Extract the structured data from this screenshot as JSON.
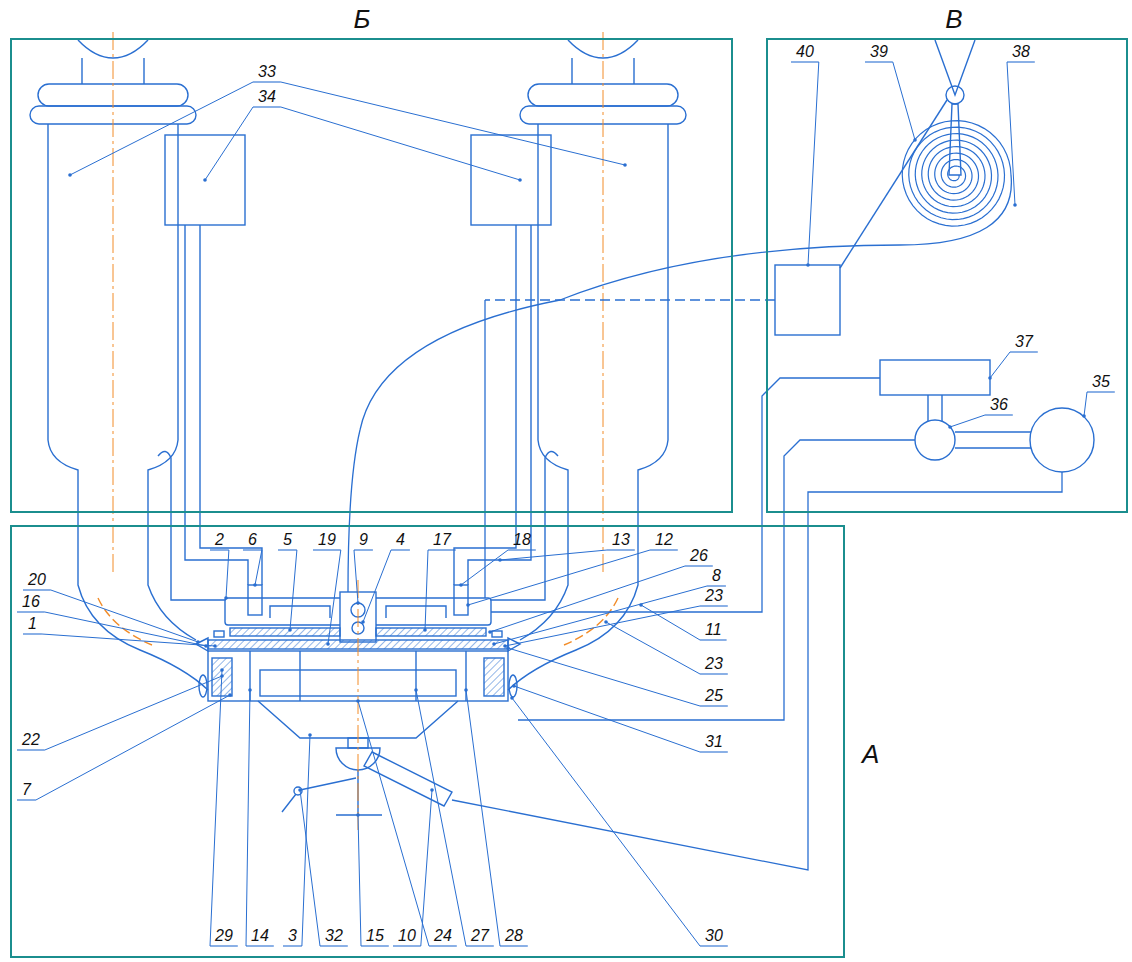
{
  "diagram": {
    "nodes": [
      {
        "text": [
          "Б"
        ]
      },
      {
        "text": [
          "В"
        ]
      },
      {
        "text": [
          "А"
        ]
      }
    ],
    "labels": [
      "33",
      "34",
      "40",
      "39",
      "38",
      "37",
      "36",
      "35",
      "2",
      "6",
      "5",
      "19",
      "9",
      "4",
      "17",
      "18",
      "13",
      "12",
      "26",
      "8",
      "23",
      "11",
      "23",
      "25",
      "31",
      "20",
      "16",
      "1",
      "22",
      "7",
      "29",
      "14",
      "3",
      "32",
      "15",
      "10",
      "24",
      "27",
      "28",
      "30"
    ]
  }
}
